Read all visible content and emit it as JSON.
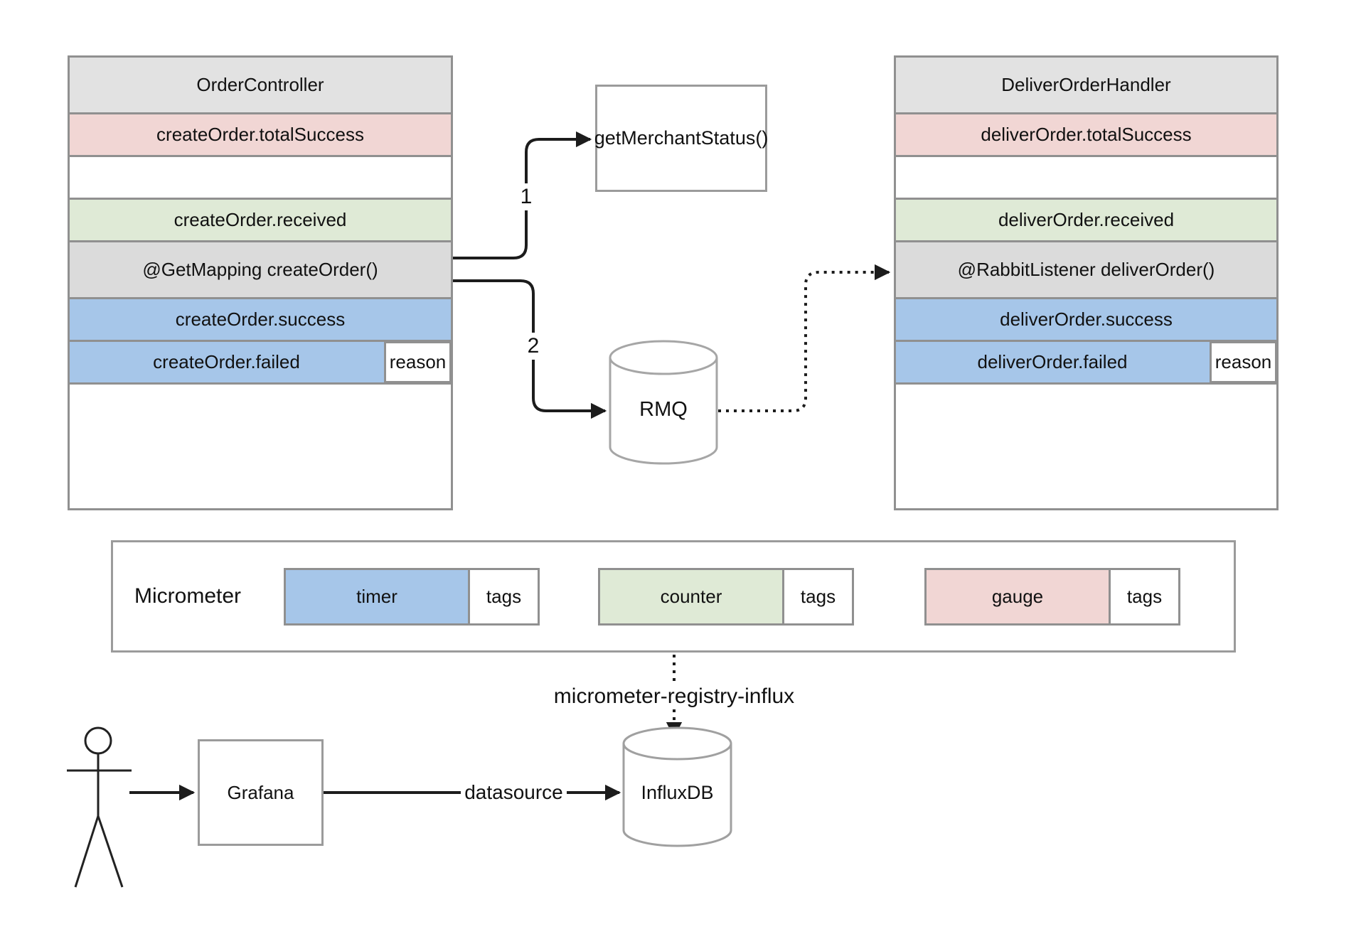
{
  "colors": {
    "timer_blue": "#a6c6e9",
    "counter_green": "#dfead6",
    "gauge_pink": "#f1d6d4",
    "row_gray": "#e2e2e2",
    "method_gray": "#dbdbdb",
    "border_gray": "#909090",
    "line_black": "#1c1c1c"
  },
  "order_controller": {
    "title": "OrderController",
    "total_success": "createOrder.totalSuccess",
    "received": "createOrder.received",
    "method": "@GetMapping createOrder()",
    "success": "createOrder.success",
    "failed": "createOrder.failed",
    "failed_tag": "reason"
  },
  "deliver_order_handler": {
    "title": "DeliverOrderHandler",
    "total_success": "deliverOrder.totalSuccess",
    "received": "deliverOrder.received",
    "method": "@RabbitListener deliverOrder()",
    "success": "deliverOrder.success",
    "failed": "deliverOrder.failed",
    "failed_tag": "reason"
  },
  "merchant_box": {
    "label": "getMerchantStatus()"
  },
  "rmq": {
    "label": "RMQ"
  },
  "arrows": {
    "to_merchant": "1",
    "to_rmq": "2"
  },
  "micrometer": {
    "title": "Micrometer",
    "metrics": [
      {
        "type": "timer",
        "label": "timer",
        "tag": "tags"
      },
      {
        "type": "counter",
        "label": "counter",
        "tag": "tags"
      },
      {
        "type": "gauge",
        "label": "gauge",
        "tag": "tags"
      }
    ]
  },
  "influx_flow": {
    "registry_label": "micrometer-registry-influx",
    "influxdb": "InfluxDB",
    "grafana": "Grafana",
    "datasource_label": "datasource"
  }
}
